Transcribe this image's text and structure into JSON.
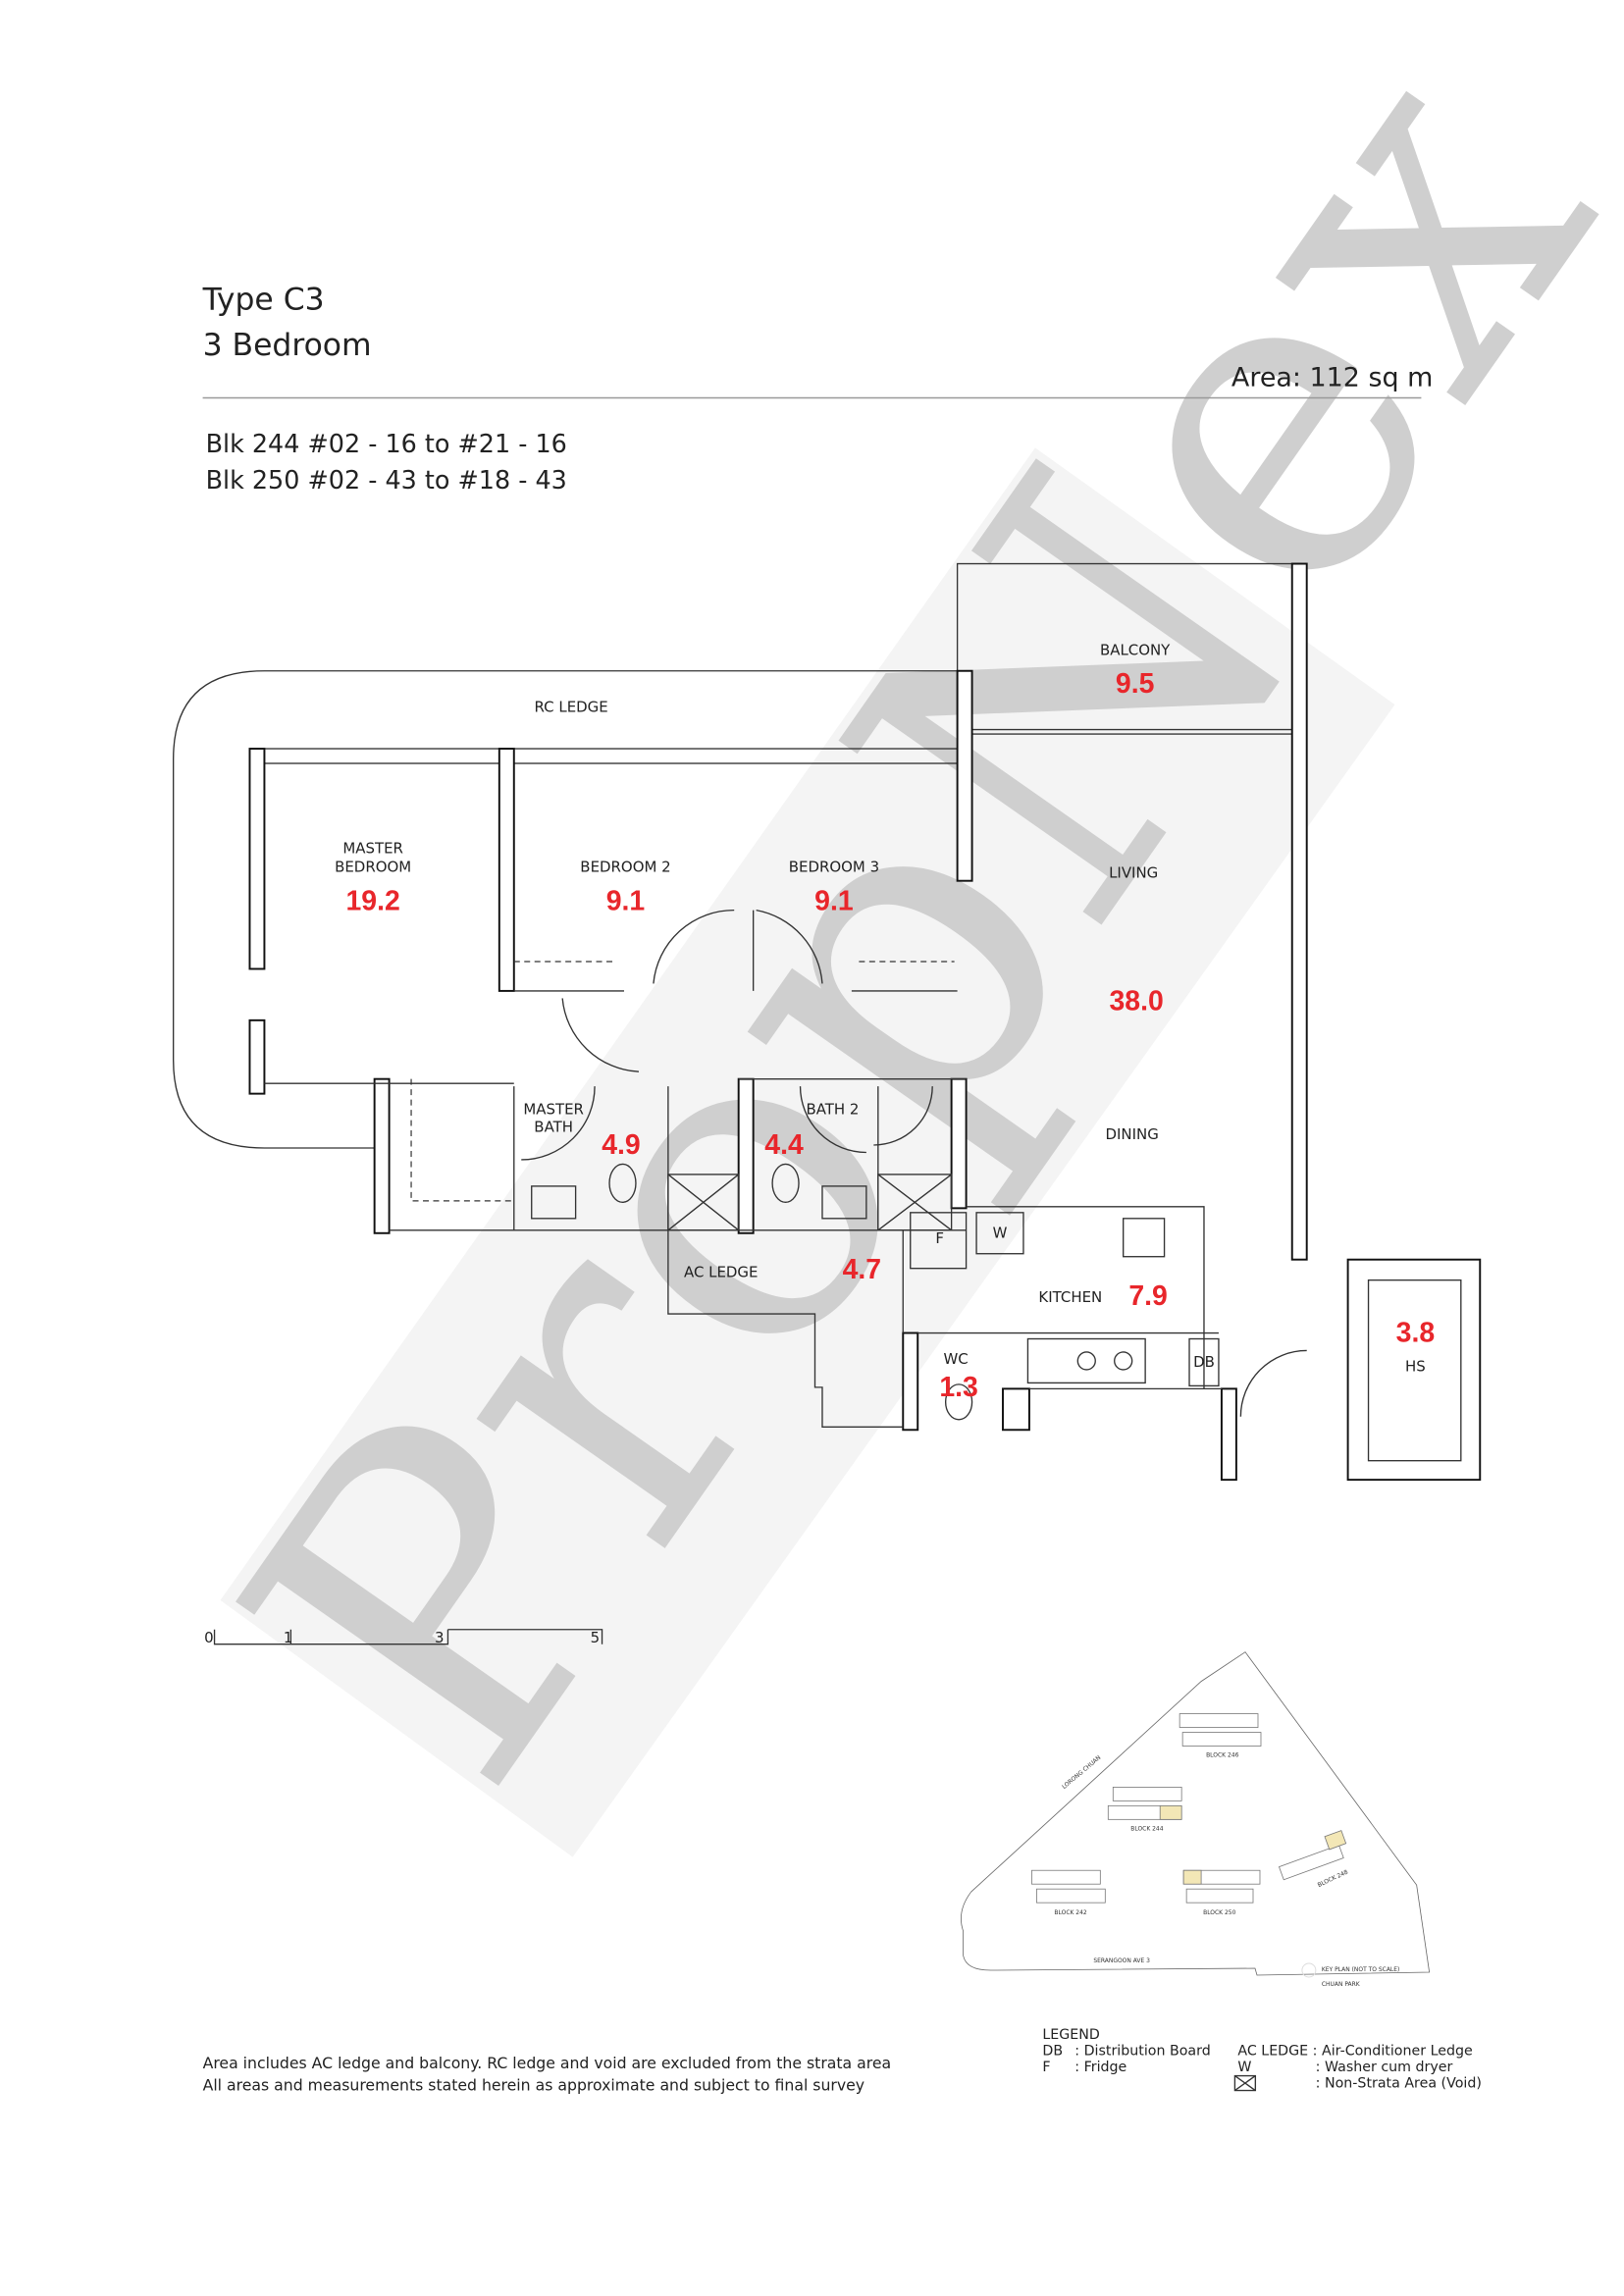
{
  "header": {
    "type": "Type C3",
    "bedrooms": "3 Bedroom",
    "area": "Area: 112 sq m",
    "units": [
      "Blk 244 #02 - 16 to #21 - 16",
      "Blk 250 #02 - 43 to #18 - 43"
    ]
  },
  "plan": {
    "rc_ledge": "RC LEDGE",
    "ac_ledge": "AC LEDGE",
    "rooms": {
      "balcony": {
        "label": "BALCONY",
        "area": "9.5"
      },
      "master_bedroom": {
        "label1": "MASTER",
        "label2": "BEDROOM",
        "area": "19.2"
      },
      "bedroom2": {
        "label": "BEDROOM 2",
        "area": "9.1"
      },
      "bedroom3": {
        "label": "BEDROOM 3",
        "area": "9.1"
      },
      "living": {
        "label": "LIVING",
        "area": "38.0"
      },
      "dining": {
        "label": "DINING"
      },
      "master_bath": {
        "label1": "MASTER",
        "label2": "BATH",
        "area": "4.9"
      },
      "bath2": {
        "label": "BATH 2",
        "area": "4.4"
      },
      "ac_ledge": {
        "area": "4.7"
      },
      "kitchen": {
        "label": "KITCHEN",
        "area": "7.9"
      },
      "wc": {
        "label": "WC",
        "area": "1.3"
      },
      "hs": {
        "label": "HS",
        "area": "3.8"
      }
    },
    "fixtures": {
      "fridge": "F",
      "washer": "W",
      "db": "DB"
    }
  },
  "scale_bar": {
    "ticks": [
      "0",
      "1",
      "3",
      "5"
    ]
  },
  "notes": [
    "Area includes AC ledge and balcony. RC ledge and void are excluded from the strata area",
    "All areas and measurements stated herein as approximate and subject to final survey"
  ],
  "legend": {
    "title": "LEGEND",
    "items": [
      {
        "key": "DB",
        "desc": ": Distribution Board"
      },
      {
        "key": "F",
        "desc": ": Fridge"
      },
      {
        "key": "AC LEDGE",
        "desc": ": Air-Conditioner Ledge"
      },
      {
        "key": "W",
        "desc": ": Washer cum dryer"
      },
      {
        "key": "",
        "desc": ": Non-Strata Area (Void)"
      }
    ]
  },
  "key_plan": {
    "roads": [
      "LORONG CHUAN",
      "SERANGOON AVE 3"
    ],
    "blocks": [
      "BLOCK 246",
      "BLOCK 244",
      "BLOCK 242",
      "BLOCK 250",
      "BLOCK 248"
    ],
    "title": "KEY PLAN (NOT TO SCALE)",
    "project": "CHUAN PARK"
  },
  "watermark": "PropNex",
  "colors": {
    "area_red": "#e8262b",
    "highlight": "#f3e7b6"
  }
}
